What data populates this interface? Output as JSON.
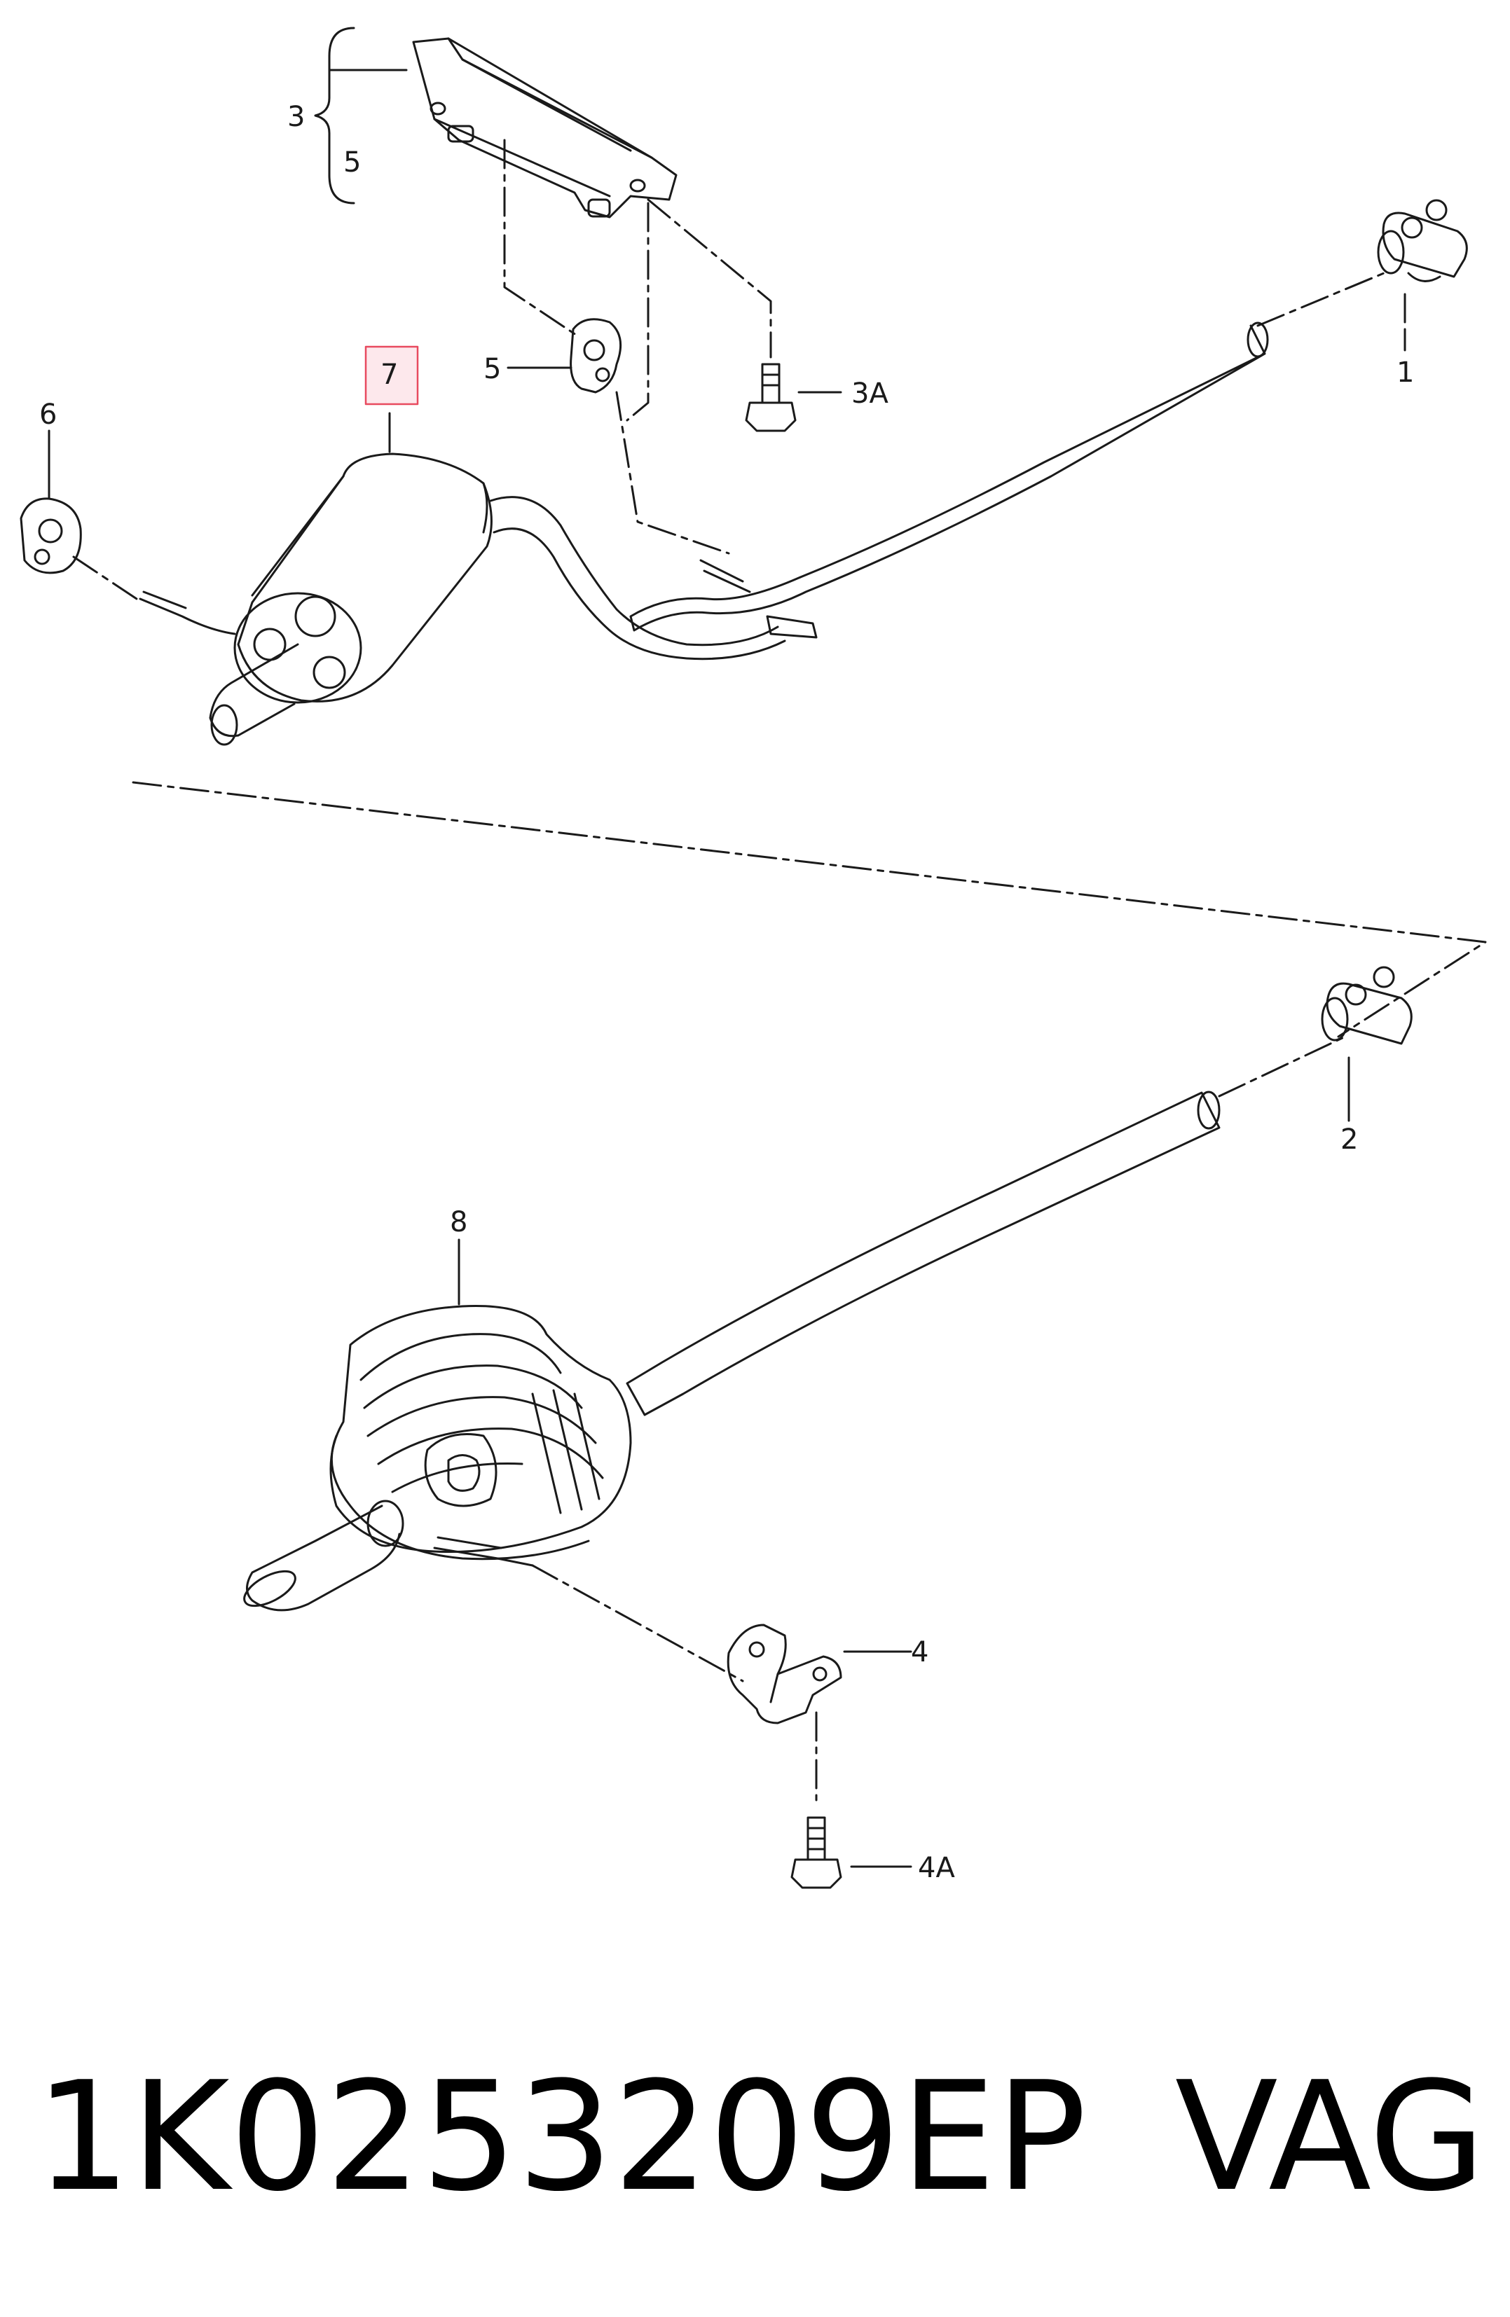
{
  "diagram": {
    "callouts": {
      "c1": "1",
      "c2": "2",
      "c3": "3",
      "c3a": "3A",
      "c4": "4",
      "c4a": "4A",
      "c5_bracket": "5",
      "c5": "5",
      "c6": "6",
      "c7": "7",
      "c8": "8"
    },
    "highlight_color": "#e84a5f",
    "highlight_fill": "#fde8ec"
  },
  "footer": {
    "part_number": "1K0253209EP",
    "brand": "VAG"
  }
}
